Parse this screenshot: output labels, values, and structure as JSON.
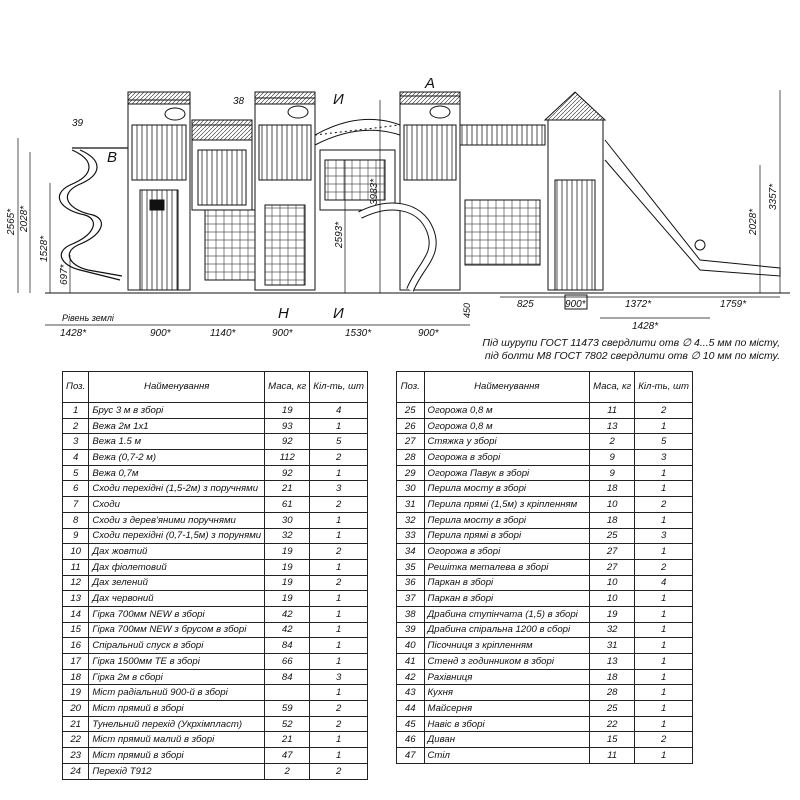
{
  "drawing": {
    "labels": {
      "A": "A",
      "B": "B",
      "I_top": "И",
      "I_bottom": "И",
      "N": "Н",
      "n38": "38",
      "n39": "39",
      "ground": "Рівень землі"
    },
    "heights": [
      "2565*",
      "2028*",
      "1528*",
      "697*",
      "2593*",
      "3983*",
      "3357*",
      "2028*",
      "450"
    ],
    "bottom_dims": [
      "1428*",
      "900*",
      "1140*",
      "900*",
      "1530*",
      "900*"
    ],
    "right_dims": [
      "825",
      "900*",
      "1372*",
      "1759*",
      "1428*"
    ]
  },
  "note": {
    "line1": "Під шурупи ГОСТ 11473 свердлити отв ∅ 4...5 мм по місту,",
    "line2": "під болти М8 ГОСТ 7802 свердлити отв ∅ 10 мм по місту."
  },
  "table": {
    "headers": {
      "pos": "Поз.",
      "name": "Найменування",
      "mass": "Маса, кг",
      "qty": "Кіл-ть, шт"
    },
    "left_rows": [
      {
        "pos": "1",
        "name": "Брус 3 м в зборі",
        "mass": "19",
        "qty": "4"
      },
      {
        "pos": "2",
        "name": "Вежа 2м 1х1",
        "mass": "93",
        "qty": "1"
      },
      {
        "pos": "3",
        "name": "Вежа 1.5 м",
        "mass": "92",
        "qty": "5"
      },
      {
        "pos": "4",
        "name": "Вежа (0,7-2 м)",
        "mass": "112",
        "qty": "2"
      },
      {
        "pos": "5",
        "name": "Вежа 0,7м",
        "mass": "92",
        "qty": "1"
      },
      {
        "pos": "6",
        "name": "Сходи перехідні (1,5-2м) з поручнями",
        "mass": "21",
        "qty": "3"
      },
      {
        "pos": "7",
        "name": "Сходи",
        "mass": "61",
        "qty": "2"
      },
      {
        "pos": "8",
        "name": "Сходи з дерев'яними поручнями",
        "mass": "30",
        "qty": "1"
      },
      {
        "pos": "9",
        "name": "Сходи перехідні (0,7-1,5м) з порунями",
        "mass": "32",
        "qty": "1"
      },
      {
        "pos": "10",
        "name": "Дах жовтий",
        "mass": "19",
        "qty": "2"
      },
      {
        "pos": "11",
        "name": "Дах фіолетовий",
        "mass": "19",
        "qty": "1"
      },
      {
        "pos": "12",
        "name": "Дах зелений",
        "mass": "19",
        "qty": "2"
      },
      {
        "pos": "13",
        "name": "Дах червоний",
        "mass": "19",
        "qty": "1"
      },
      {
        "pos": "14",
        "name": "Гірка 700мм NEW в зборі",
        "mass": "42",
        "qty": "1"
      },
      {
        "pos": "15",
        "name": "Гірка 700мм NEW з брусом в зборі",
        "mass": "42",
        "qty": "1"
      },
      {
        "pos": "16",
        "name": "Спіральний спуск в зборі",
        "mass": "84",
        "qty": "1"
      },
      {
        "pos": "17",
        "name": "Гірка 1500мм TE в зборі",
        "mass": "66",
        "qty": "1"
      },
      {
        "pos": "18",
        "name": "Гірка 2м в сборі",
        "mass": "84",
        "qty": "3"
      },
      {
        "pos": "19",
        "name": "Міст радіальний 900-й в зборі",
        "mass": "",
        "qty": "1"
      },
      {
        "pos": "20",
        "name": "Міст прямий в зборі",
        "mass": "59",
        "qty": "2"
      },
      {
        "pos": "21",
        "name": "Тунельний перехід (Укрхімпласт)",
        "mass": "52",
        "qty": "2"
      },
      {
        "pos": "22",
        "name": "Міст прямий малий в зборі",
        "mass": "21",
        "qty": "1"
      },
      {
        "pos": "23",
        "name": "Міст прямий в зборі",
        "mass": "47",
        "qty": "1"
      },
      {
        "pos": "24",
        "name": "Перехід Т912",
        "mass": "2",
        "qty": "2"
      }
    ],
    "right_rows": [
      {
        "pos": "25",
        "name": "Огорожа 0,8 м",
        "mass": "11",
        "qty": "2"
      },
      {
        "pos": "26",
        "name": "Огорожа 0,8 м",
        "mass": "13",
        "qty": "1"
      },
      {
        "pos": "27",
        "name": "Стяжка у зборі",
        "mass": "2",
        "qty": "5"
      },
      {
        "pos": "28",
        "name": "Огорожа в зборі",
        "mass": "9",
        "qty": "3"
      },
      {
        "pos": "29",
        "name": "Огорожа Павук в зборі",
        "mass": "9",
        "qty": "1"
      },
      {
        "pos": "30",
        "name": "Перила мосту в зборі",
        "mass": "18",
        "qty": "1"
      },
      {
        "pos": "31",
        "name": "Перила прямі (1,5м) з кріпленням",
        "mass": "10",
        "qty": "2"
      },
      {
        "pos": "32",
        "name": "Перила мосту в зборі",
        "mass": "18",
        "qty": "1"
      },
      {
        "pos": "33",
        "name": "Перила прямі в зборі",
        "mass": "25",
        "qty": "3"
      },
      {
        "pos": "34",
        "name": "Огорожа в зборі",
        "mass": "27",
        "qty": "1"
      },
      {
        "pos": "35",
        "name": "Решітка металева в зборі",
        "mass": "27",
        "qty": "2"
      },
      {
        "pos": "36",
        "name": "Паркан в зборі",
        "mass": "10",
        "qty": "4"
      },
      {
        "pos": "37",
        "name": "Паркан в зборі",
        "mass": "10",
        "qty": "1"
      },
      {
        "pos": "38",
        "name": "Драбина ступінчата (1,5) в зборі",
        "mass": "19",
        "qty": "1"
      },
      {
        "pos": "39",
        "name": "Драбина спіральна 1200 в сборі",
        "mass": "32",
        "qty": "1"
      },
      {
        "pos": "40",
        "name": "Пісочниця з кріпленням",
        "mass": "31",
        "qty": "1"
      },
      {
        "pos": "41",
        "name": "Стенд з годинником в зборі",
        "mass": "13",
        "qty": "1"
      },
      {
        "pos": "42",
        "name": "Рахівниця",
        "mass": "18",
        "qty": "1"
      },
      {
        "pos": "43",
        "name": "Кухня",
        "mass": "28",
        "qty": "1"
      },
      {
        "pos": "44",
        "name": "Майсерня",
        "mass": "25",
        "qty": "1"
      },
      {
        "pos": "45",
        "name": "Навіс в зборі",
        "mass": "22",
        "qty": "1"
      },
      {
        "pos": "46",
        "name": "Диван",
        "mass": "15",
        "qty": "2"
      },
      {
        "pos": "47",
        "name": "Стіл",
        "mass": "11",
        "qty": "1"
      }
    ]
  }
}
